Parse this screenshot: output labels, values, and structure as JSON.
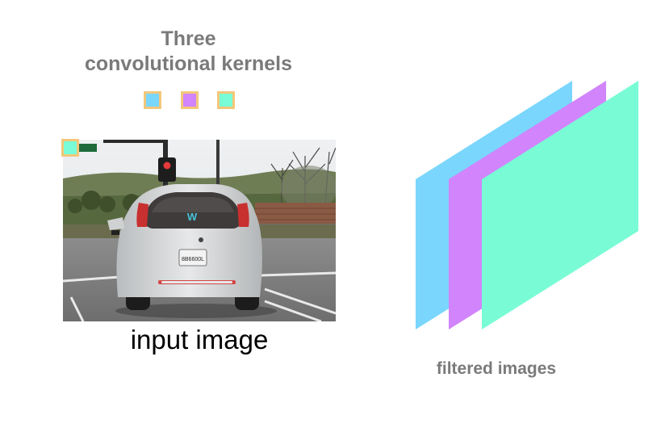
{
  "kernels": {
    "title_line1": "Three",
    "title_line2": "convolutional kernels",
    "colors": [
      "#7ad6fc",
      "#d184fb",
      "#79fcd5"
    ],
    "border_color": "#f3c77a"
  },
  "input": {
    "label": "input image",
    "plate_text": "8B6600L"
  },
  "output": {
    "label": "filtered images",
    "colors": [
      "#7ad6fc",
      "#d184fb",
      "#79fcd5"
    ]
  }
}
